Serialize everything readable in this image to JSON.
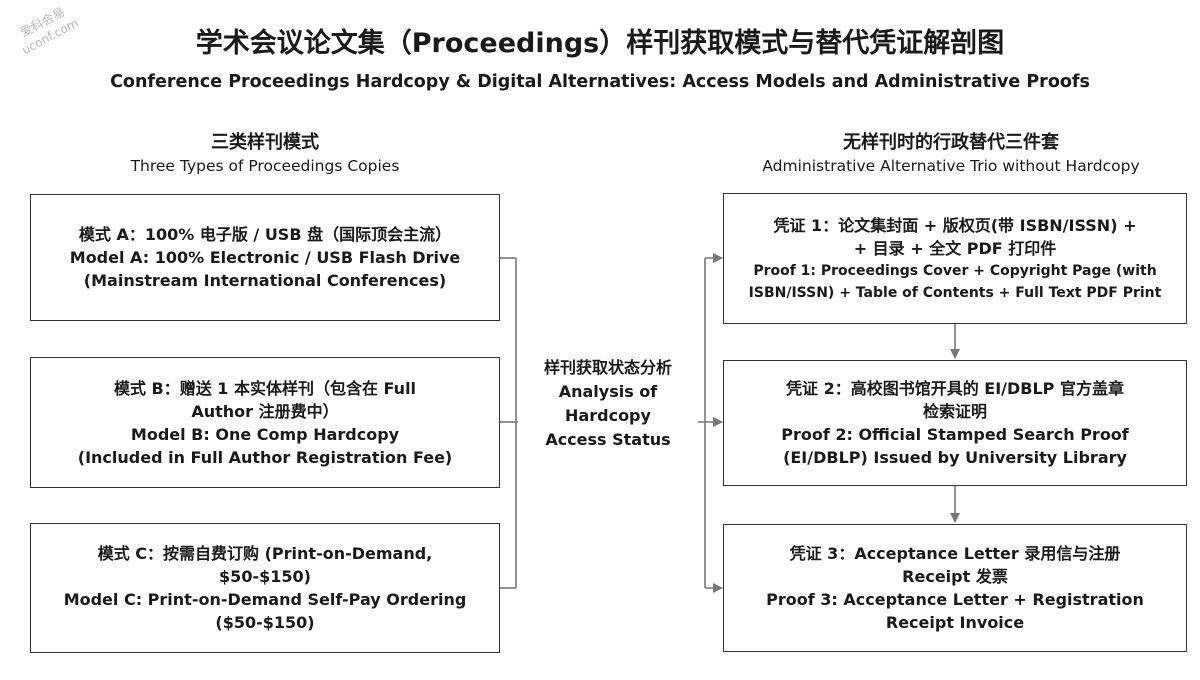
{
  "watermark": {
    "zh": "爱科会易",
    "en": "uconf.com"
  },
  "title": "学术会议论文集（Proceedings）样刊获取模式与替代凭证解剖图",
  "subtitle": "Conference Proceedings Hardcopy & Digital Alternatives: Access Models and Administrative Proofs",
  "left_header": {
    "zh": "三类样刊模式",
    "en": "Three Types of Proceedings Copies"
  },
  "right_header": {
    "zh": "无样刊时的行政替代三件套",
    "en": "Administrative Alternative Trio without Hardcopy"
  },
  "center": {
    "lines": [
      "样刊获取状态分析",
      "Analysis of",
      "Hardcopy",
      "Access Status"
    ]
  },
  "models": [
    {
      "lines": [
        "模式 A：100% 电子版 / USB 盘（国际顶会主流）",
        "Model A: 100% Electronic / USB Flash Drive",
        "(Mainstream International Conferences)"
      ]
    },
    {
      "lines": [
        "模式 B：赠送 1 本实体样刊（包含在 Full",
        "Author 注册费中）",
        "Model B: One Comp Hardcopy",
        "(Included in Full Author Registration Fee)"
      ]
    },
    {
      "lines": [
        "模式 C：按需自费订购 (Print-on-Demand,",
        "$50-$150)",
        "Model C: Print-on-Demand Self-Pay Ordering",
        "($50-$150)"
      ]
    }
  ],
  "proofs": [
    {
      "lines": [
        "凭证 1：论文集封面 + 版权页(带 ISBN/ISSN) +",
        "+ 目录 + 全文 PDF 打印件",
        "Proof 1: Proceedings Cover + Copyright Page (with",
        "ISBN/ISSN) + Table of Contents + Full Text PDF Print"
      ]
    },
    {
      "lines": [
        "凭证 2：高校图书馆开具的 EI/DBLP 官方盖章",
        "检索证明",
        "Proof 2: Official Stamped Search Proof",
        "(EI/DBLP) Issued by University Library"
      ]
    },
    {
      "lines": [
        "凭证 3：Acceptance Letter 录用信与注册",
        "Receipt 发票",
        "Proof 3: Acceptance Letter + Registration",
        "Receipt Invoice"
      ]
    }
  ],
  "colors": {
    "border": "#333333",
    "arrow": "#777777",
    "text": "#1a1a1a"
  }
}
